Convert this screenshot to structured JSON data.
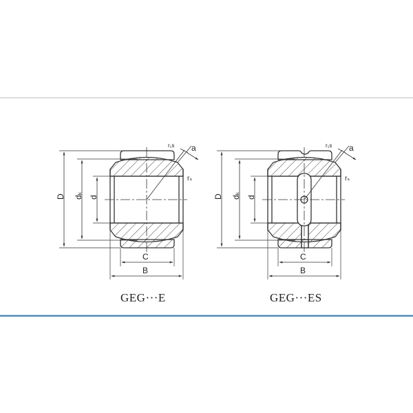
{
  "figures": [
    {
      "id": "left",
      "caption": "GEG···E",
      "labels": {
        "D": "D",
        "dk": "dₖ",
        "d": "d",
        "C": "C",
        "B": "B",
        "r1s": "r₁s",
        "a": "a",
        "rs": "rₛ"
      }
    },
    {
      "id": "right",
      "caption": "GEG···ES",
      "labels": {
        "D": "D",
        "dk": "dₖ",
        "d": "d",
        "C": "C",
        "B": "B",
        "r1s": "r₁s",
        "a": "a",
        "rs": "rₛ"
      }
    }
  ],
  "colors": {
    "line": "#333333",
    "top_rule": "#dcdcdc",
    "bottom_rule": "#4f86b0"
  }
}
